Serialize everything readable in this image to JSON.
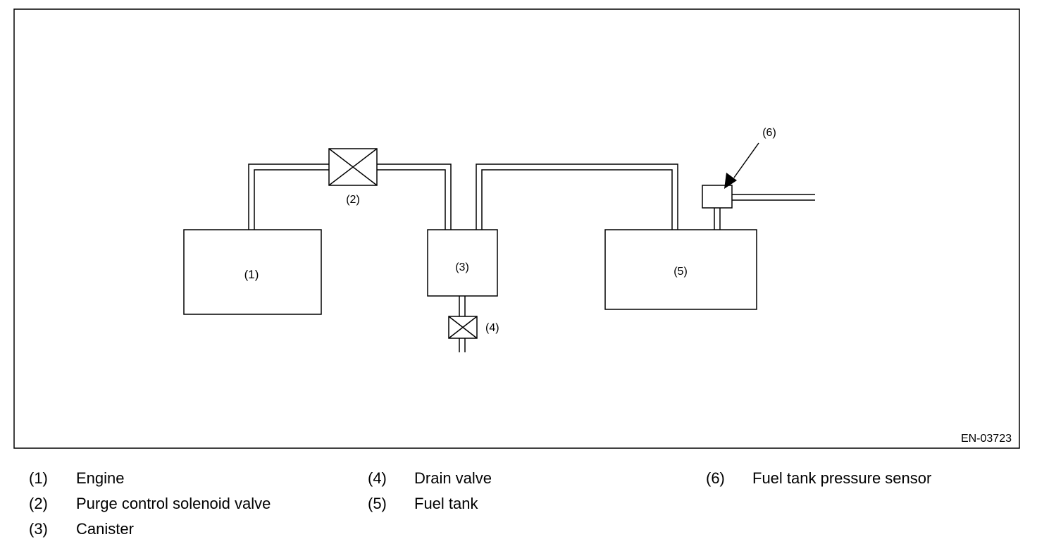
{
  "diagram": {
    "figure_id": "EN-03723",
    "callouts": {
      "c1": "(1)",
      "c2": "(2)",
      "c3": "(3)",
      "c4": "(4)",
      "c5": "(5)",
      "c6": "(6)"
    }
  },
  "legend": [
    {
      "key": "(1)",
      "text": "Engine"
    },
    {
      "key": "(2)",
      "text": "Purge control solenoid valve"
    },
    {
      "key": "(3)",
      "text": "Canister"
    },
    {
      "key": "(4)",
      "text": "Drain valve"
    },
    {
      "key": "(5)",
      "text": "Fuel tank"
    },
    {
      "key": "(6)",
      "text": "Fuel tank pressure sensor"
    }
  ]
}
